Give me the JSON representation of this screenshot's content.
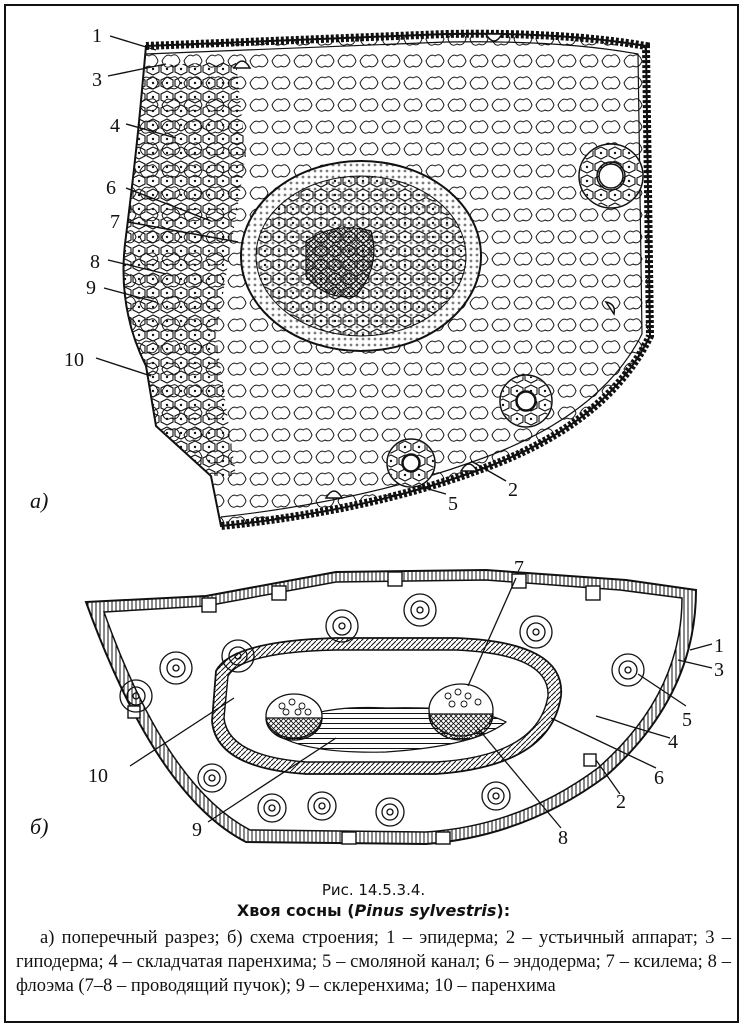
{
  "figure": {
    "number": "Рис. 14.5.3.4.",
    "title_prefix": "Хвоя сосны (",
    "title_latin": "Pinus sylvestris",
    "title_suffix": "):",
    "panel_a_label": "а)",
    "panel_b_label": "б)",
    "legend_text": "а) поперечный разрез; б) схема строения; 1 – эпидерма; 2 – устьичный аппарат; 3 – гиподерма; 4 – складчатая паренхима; 5 – смоляной канал; 6 – эндодерма; 7 – ксилема; 8 – флоэма (7–8 – проводящий пучок); 9 – склеренхима; 10 – паренхима"
  },
  "panel_a_numbers": [
    "1",
    "3",
    "4",
    "6",
    "7",
    "8",
    "9",
    "10",
    "5",
    "2"
  ],
  "panel_b_numbers": [
    "7",
    "1",
    "3",
    "5",
    "4",
    "6",
    "2",
    "10",
    "9",
    "8"
  ],
  "colors": {
    "ink": "#111111",
    "background": "#ffffff"
  }
}
